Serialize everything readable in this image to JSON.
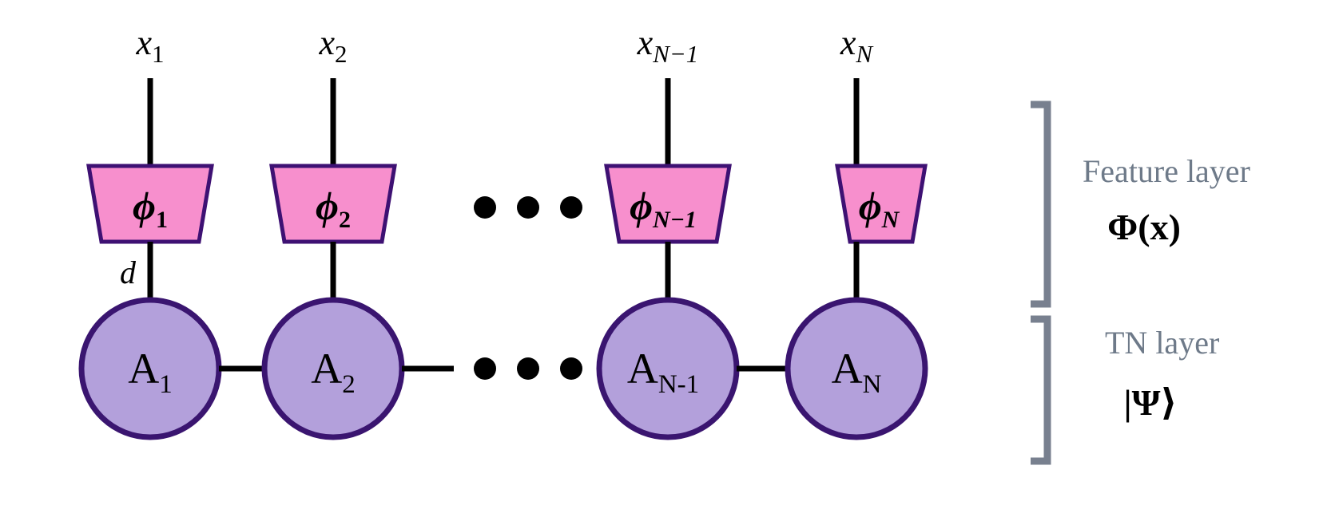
{
  "figure": {
    "kind": "tensor-network-diagram",
    "background": "#ffffff"
  },
  "colors": {
    "feature_node_fill": "#F78FCD",
    "feature_node_stroke": "#3E1173",
    "tn_node_fill": "#B3A0DB",
    "tn_node_stroke": "#3A1570",
    "edge": "#000000",
    "bracket": "#78808F",
    "annotation_title": "#6E7A89",
    "annotation_formula": "#000000"
  },
  "input_labels": [
    {
      "base": "x",
      "sub": "1",
      "sub_italic": false
    },
    {
      "base": "x",
      "sub": "2",
      "sub_italic": false
    },
    {
      "base": "x",
      "sub": "N−1",
      "sub_italic": true
    },
    {
      "base": "x",
      "sub": "N",
      "sub_italic": true
    }
  ],
  "feature_nodes": [
    {
      "base": "ϕ",
      "sub": "1",
      "sub_italic": false
    },
    {
      "base": "ϕ",
      "sub": "2",
      "sub_italic": false
    },
    {
      "base": "ϕ",
      "sub": "N−1",
      "sub_italic": true
    },
    {
      "base": "ϕ",
      "sub": "N",
      "sub_italic": true
    }
  ],
  "tn_nodes": [
    {
      "base": "A",
      "sub": "1"
    },
    {
      "base": "A",
      "sub": "2"
    },
    {
      "base": "A",
      "sub": "N-1"
    },
    {
      "base": "A",
      "sub": "N"
    }
  ],
  "bond_label": {
    "text": "d"
  },
  "ellipses": [
    {
      "region": "feature-layer",
      "dots": 3
    },
    {
      "region": "tn-layer",
      "dots": 3
    }
  ],
  "annotations": [
    {
      "title": "Feature layer",
      "formula": "Φ(x)"
    },
    {
      "title": "TN layer",
      "formula": "|Ψ⟩"
    }
  ]
}
